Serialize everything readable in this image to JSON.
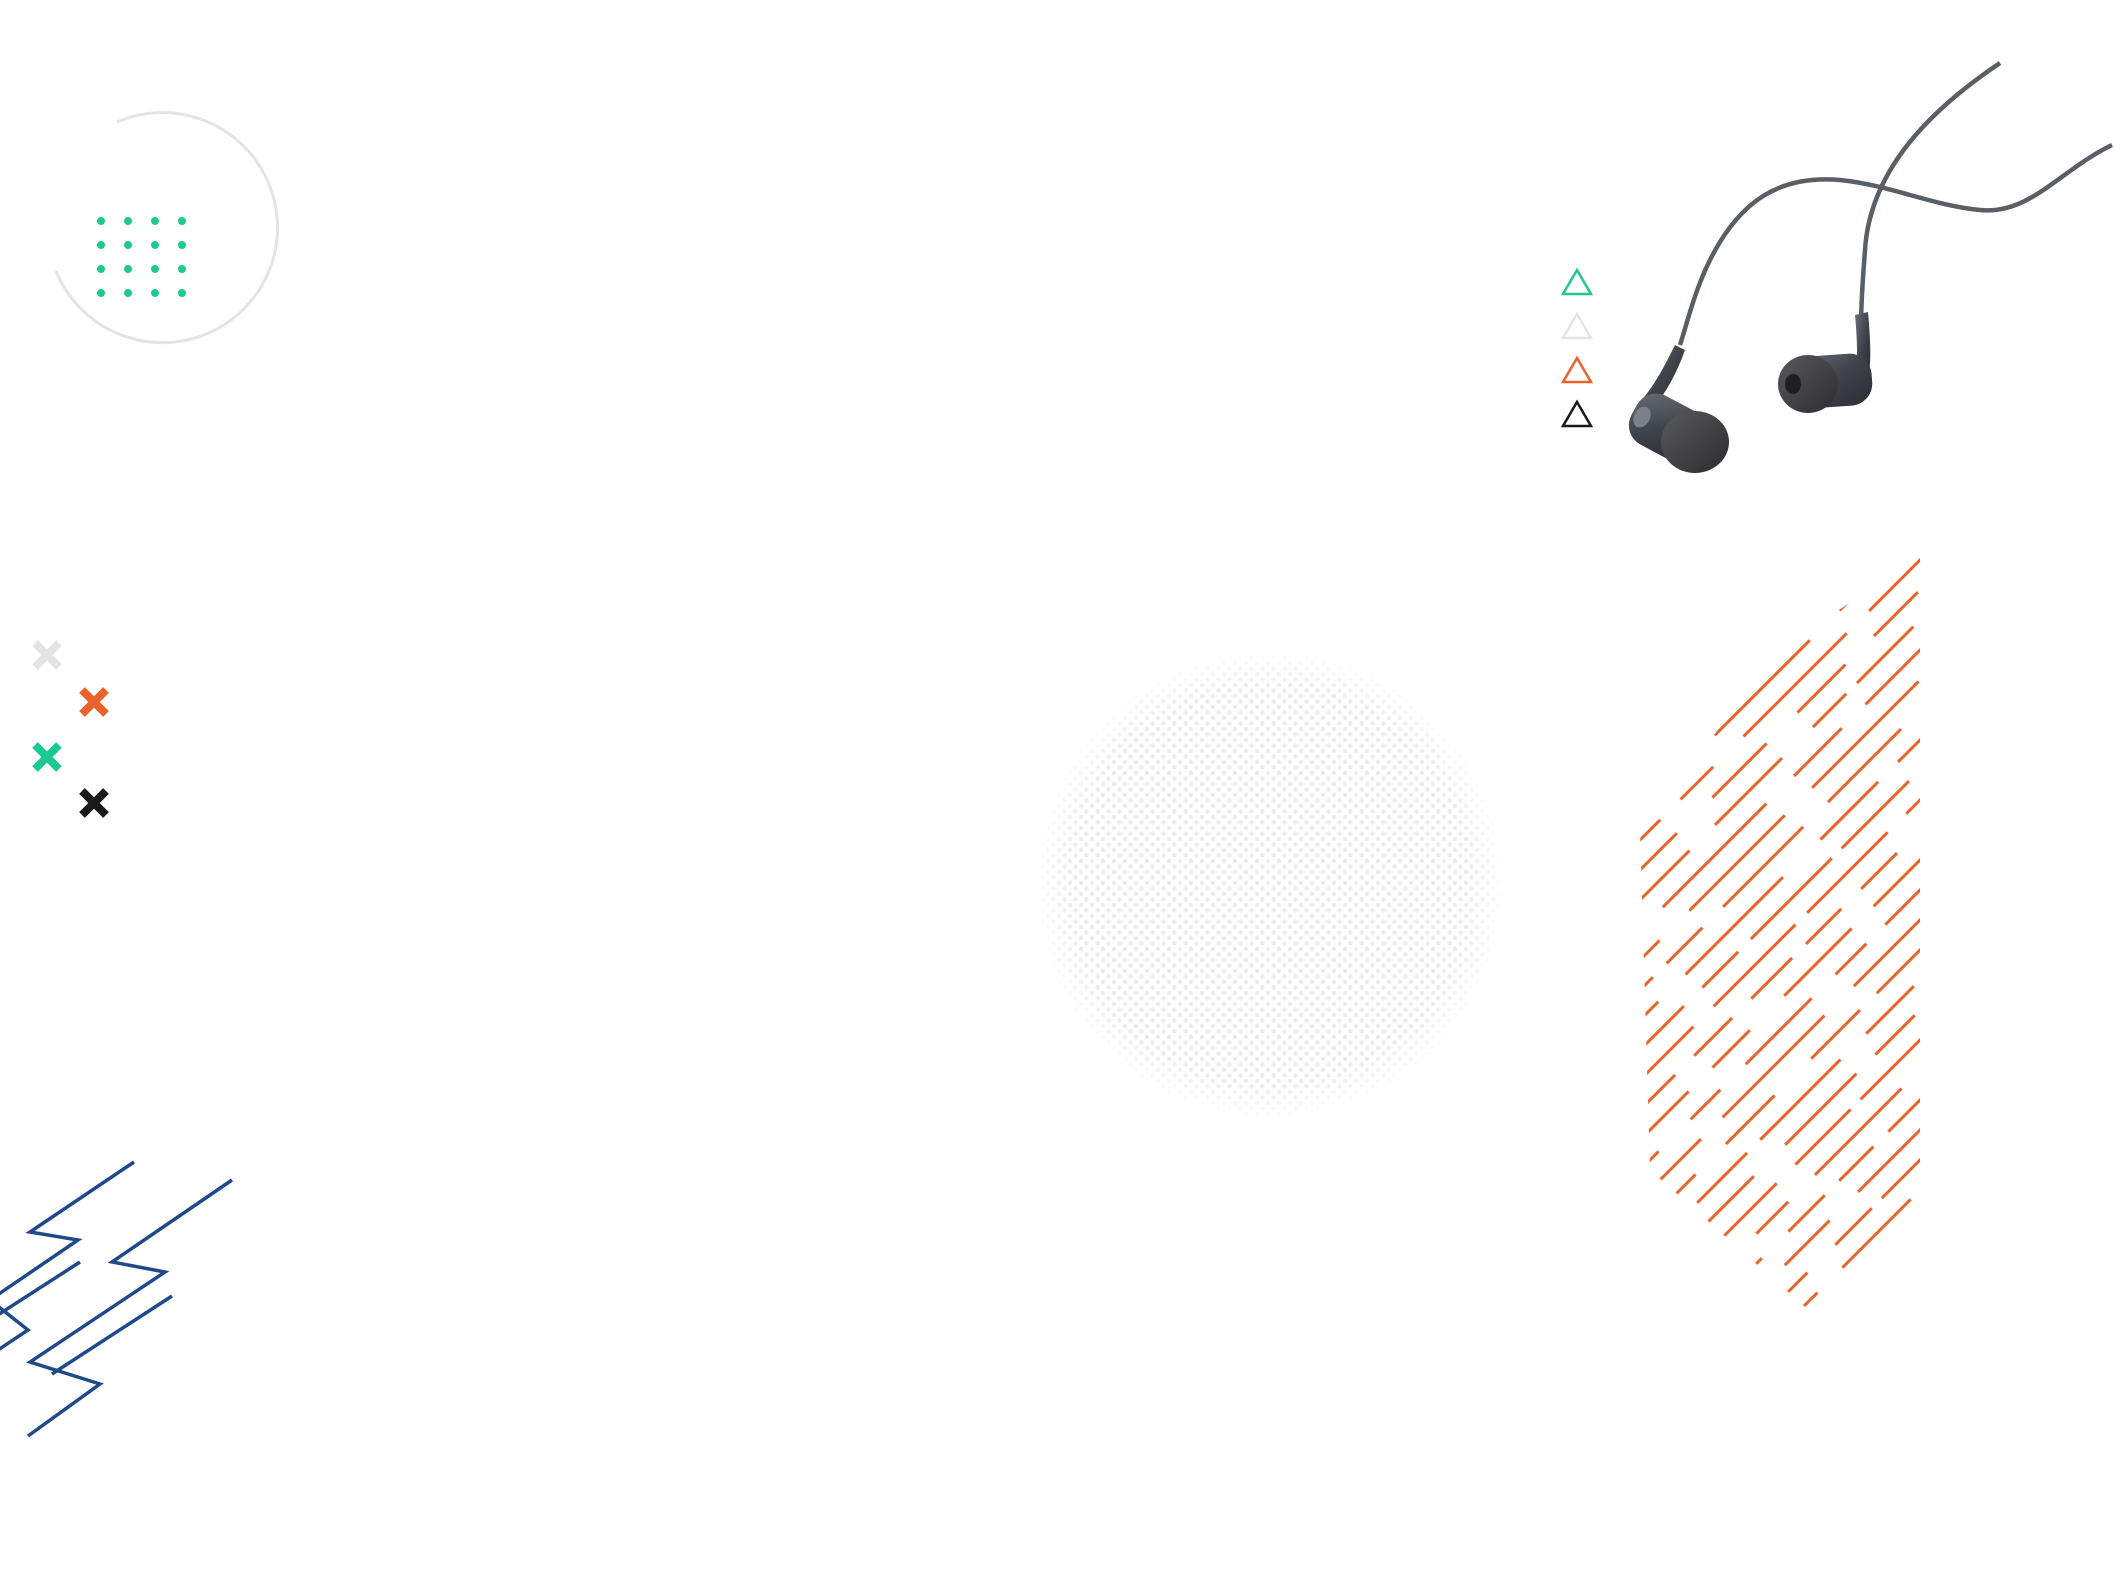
{
  "colors": {
    "background": "#ffffff",
    "accent_green": "#1ec991",
    "accent_orange": "#e9632b",
    "accent_navy": "#1f4a8a",
    "light_gray": "#e4e4e4",
    "black": "#1a1a1a",
    "halftone_dot": "#e9ebee",
    "earphone_body": "#4a4e55",
    "earphone_tip": "#3a3a3c",
    "earphone_cable": "#5a5e65"
  },
  "decorations": {
    "arc": {
      "icon": "arc-outline",
      "color_key": "light_gray"
    },
    "dot_grid": {
      "icon": "dot-grid",
      "rows": 4,
      "cols": 4,
      "color_key": "accent_green"
    },
    "triangles": [
      {
        "icon": "triangle-outline-icon",
        "color_key": "accent_green"
      },
      {
        "icon": "triangle-outline-icon",
        "color_key": "light_gray"
      },
      {
        "icon": "triangle-outline-icon",
        "color_key": "accent_orange"
      },
      {
        "icon": "triangle-outline-icon",
        "color_key": "black"
      }
    ],
    "crosses": [
      {
        "icon": "cross-icon",
        "color_key": "light_gray"
      },
      {
        "icon": "cross-icon",
        "color_key": "accent_orange"
      },
      {
        "icon": "cross-icon",
        "color_key": "accent_green"
      },
      {
        "icon": "cross-icon",
        "color_key": "black"
      }
    ],
    "zigzag_lines": {
      "icon": "zigzag-lines",
      "color_key": "accent_navy",
      "count": 2
    },
    "halftone_circle": {
      "icon": "halftone-circle",
      "color_key": "halftone_dot"
    },
    "diagonal_lines": {
      "icon": "diagonal-line-pattern",
      "color_key": "accent_orange"
    }
  },
  "product": {
    "icon": "earphones-image"
  }
}
